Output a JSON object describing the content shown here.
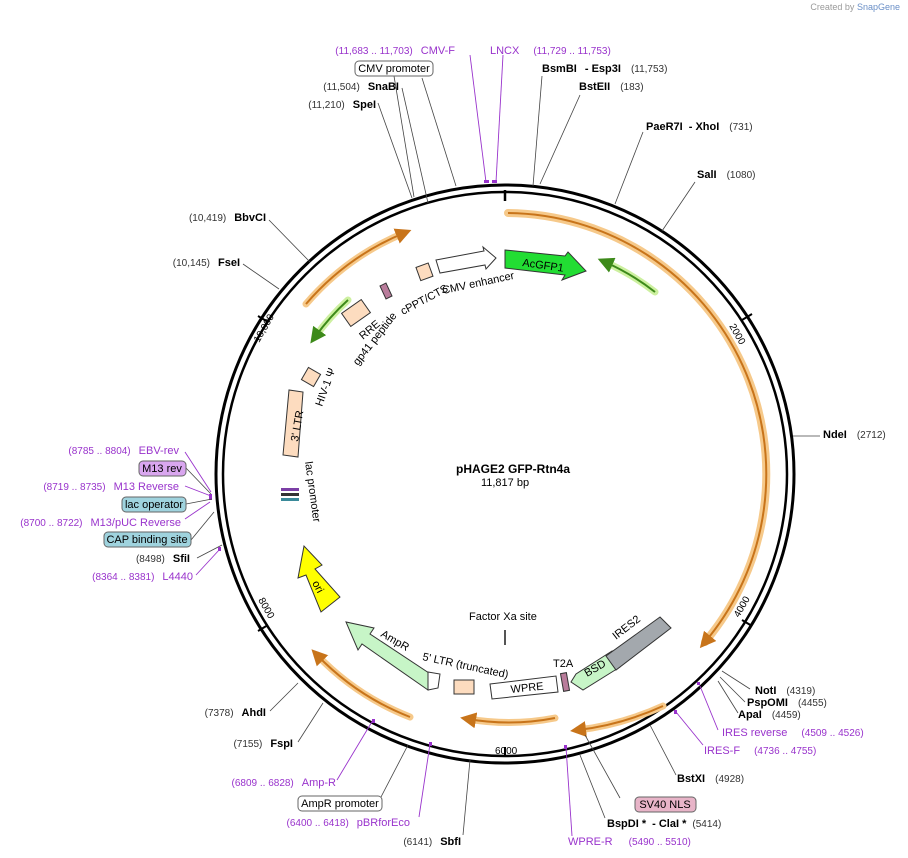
{
  "credit": {
    "prefix": "Created by",
    "brand": "SnapGene"
  },
  "plasmid": {
    "name": "pHAGE2 GFP-Rtn4a",
    "length": "11,817 bp"
  },
  "ticks": [
    "2000",
    "4000",
    "6000",
    "8000",
    "10,000"
  ],
  "enzymes": [
    {
      "name": "BsmBI",
      "name2": "Esp3I",
      "pos": "(11,753)"
    },
    {
      "name": "BstEII",
      "pos": "(183)"
    },
    {
      "name": "PaeR7I",
      "name2": "XhoI",
      "pos": "(731)"
    },
    {
      "name": "SalI",
      "pos": "(1080)"
    },
    {
      "name": "NdeI",
      "pos": "(2712)"
    },
    {
      "name": "NotI",
      "pos": "(4319)"
    },
    {
      "name": "PspOMI",
      "pos": "(4455)"
    },
    {
      "name": "ApaI",
      "pos": "(4459)"
    },
    {
      "name": "BstXI",
      "pos": "(4928)"
    },
    {
      "name": "BspDI *",
      "name2": "ClaI *",
      "pos": "(5414)"
    },
    {
      "name": "SbfI",
      "pos": "(6141)"
    },
    {
      "name": "FspI",
      "pos": "(7155)"
    },
    {
      "name": "AhdI",
      "pos": "(7378)"
    },
    {
      "name": "SfiI",
      "pos": "(8498)"
    },
    {
      "name": "FseI",
      "pos": "(10,145)"
    },
    {
      "name": "BbvCI",
      "pos": "(10,419)"
    },
    {
      "name": "SpeI",
      "pos": "(11,210)"
    },
    {
      "name": "SnaBI",
      "pos": "(11,504)"
    }
  ],
  "primers": [
    {
      "name": "CMV-F",
      "pos": "(11,683 .. 11,703)"
    },
    {
      "name": "LNCX",
      "pos": "(11,729 .. 11,753)"
    },
    {
      "name": "IRES reverse",
      "pos": "(4509 .. 4526)"
    },
    {
      "name": "IRES-F",
      "pos": "(4736 .. 4755)"
    },
    {
      "name": "WPRE-R",
      "pos": "(5490 .. 5510)"
    },
    {
      "name": "pBRforEco",
      "pos": "(6400 .. 6418)"
    },
    {
      "name": "Amp-R",
      "pos": "(6809 .. 6828)"
    },
    {
      "name": "L4440",
      "pos": "(8364 .. 8381)"
    },
    {
      "name": "M13/pUC Reverse",
      "pos": "(8700 .. 8722)"
    },
    {
      "name": "M13 Reverse",
      "pos": "(8719 .. 8735)"
    },
    {
      "name": "EBV-rev",
      "pos": "(8785 .. 8804)"
    }
  ],
  "boxed_labels": {
    "cmv_promoter": "CMV promoter",
    "sv40_nls": "SV40 NLS",
    "ampr_promoter": "AmpR promoter",
    "cap_site": "CAP binding site",
    "lac_operator": "lac operator",
    "m13_rev": "M13 rev"
  },
  "features": {
    "acgfp1": "AcGFP1",
    "cmv_enhancer": "CMV enhancer",
    "cppt": "cPPT/CTS",
    "rre": "RRE",
    "gp41": "gp41 peptide",
    "hiv_psi": "HIV-1 Ψ",
    "ltr3": "3' LTR",
    "lac_promoter": "lac promoter",
    "ori": "ori",
    "ampr": "AmpR",
    "ltr5": "5' LTR (truncated)",
    "wpre": "WPRE",
    "t2a": "T2A",
    "bsd": "BSD",
    "ires2": "IRES2",
    "factor_xa": "Factor Xa site"
  },
  "colors": {
    "orf_fill": "#f2c98a",
    "orf_arrow": "#c8741a",
    "gfp": "#22dd33",
    "ampr": "#c7f5c7",
    "ori": "#ffff00",
    "ltr": "#fddcbf",
    "ires": "#a3a8ad",
    "primer": "#9933cc",
    "lac_box": "#9fd3de",
    "sv40_box": "#e8b4c8",
    "m13_box": "#d9a6ef"
  }
}
